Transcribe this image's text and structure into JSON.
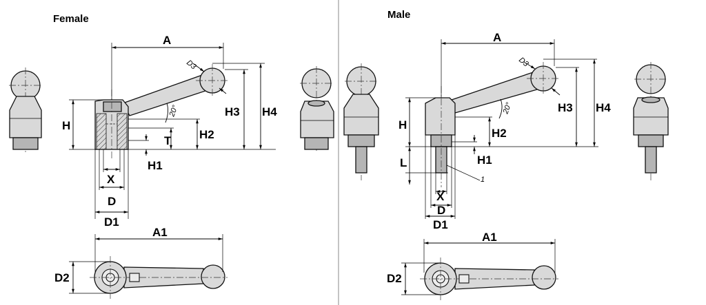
{
  "female": {
    "title": "Female",
    "labels": {
      "A": "A",
      "A1": "A1",
      "D": "D",
      "D1": "D1",
      "D2": "D2",
      "D3": "D3",
      "H": "H",
      "H1": "H1",
      "H2": "H2",
      "H3": "H3",
      "H4": "H4",
      "T": "T",
      "X": "X",
      "angle": "20°"
    }
  },
  "male": {
    "title": "Male",
    "labels": {
      "A": "A",
      "A1": "A1",
      "D": "D",
      "D1": "D1",
      "D2": "D2",
      "D3": "D3",
      "H": "H",
      "H1": "H1",
      "H2": "H2",
      "H3": "H3",
      "H4": "H4",
      "L": "L",
      "X": "X",
      "angle": "20°",
      "callout": "1"
    }
  }
}
